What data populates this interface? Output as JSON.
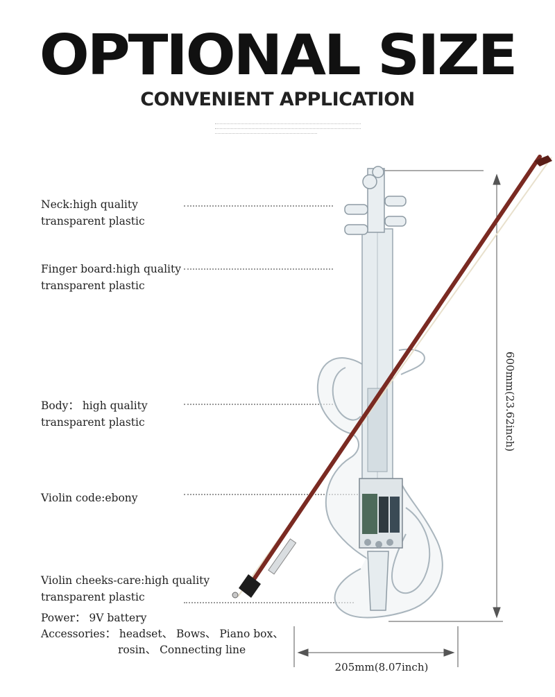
{
  "header": {
    "title": "OPTIONAL SIZE",
    "subtitle": "CONVENIENT APPLICATION"
  },
  "labels": {
    "neck": [
      "Neck:high quality",
      "transparent plastic"
    ],
    "fingerboard": [
      "Finger board:high quality",
      "transparent plastic"
    ],
    "body": [
      "Body： high quality",
      "transparent plastic"
    ],
    "code": [
      "Violin code:ebony"
    ],
    "cheeks": [
      "Violin cheeks-care:high quality",
      "transparent plastic"
    ]
  },
  "specs": {
    "power": "Power： 9V battery",
    "accessories_line1": "Accessories： headset、 Bows、 Piano box、",
    "accessories_line2": "rosin、 Connecting line"
  },
  "dimensions": {
    "width": "205mm(8.07inch)",
    "height": "600mm(23.62inch)"
  },
  "colors": {
    "bow_stick": "#7a2a22",
    "violin_body": "#dfe6ea"
  }
}
